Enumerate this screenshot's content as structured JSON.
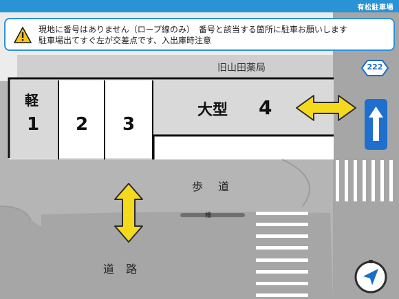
{
  "header": {
    "title": "有松駐車場"
  },
  "notice": {
    "icon": "warning-icon",
    "line1": "現地に番号はありません（ロープ線のみ）　番号と該当する箇所に駐車お願いします",
    "line2": "駐車場出てすぐ左が交差点です、入出庫時注意"
  },
  "map": {
    "building_label": "旧山田薬局",
    "slots": [
      {
        "label": "軽",
        "number": "1"
      },
      {
        "label": "",
        "number": "2"
      },
      {
        "label": "",
        "number": "3"
      },
      {
        "label": "大型",
        "number": "4"
      }
    ],
    "sidewalk_label": "歩　道",
    "fence_label": "柵",
    "road_label": "道 路",
    "route_badge": "222",
    "colors": {
      "arrow": "#f5d91d",
      "one_way_sign": "#1f6fcf",
      "ground": "#b5b5b5",
      "lot_area": "#dedede",
      "road": "#a6a6a6"
    }
  },
  "controls": {
    "compass_icon": "navigation-arrow-icon"
  }
}
